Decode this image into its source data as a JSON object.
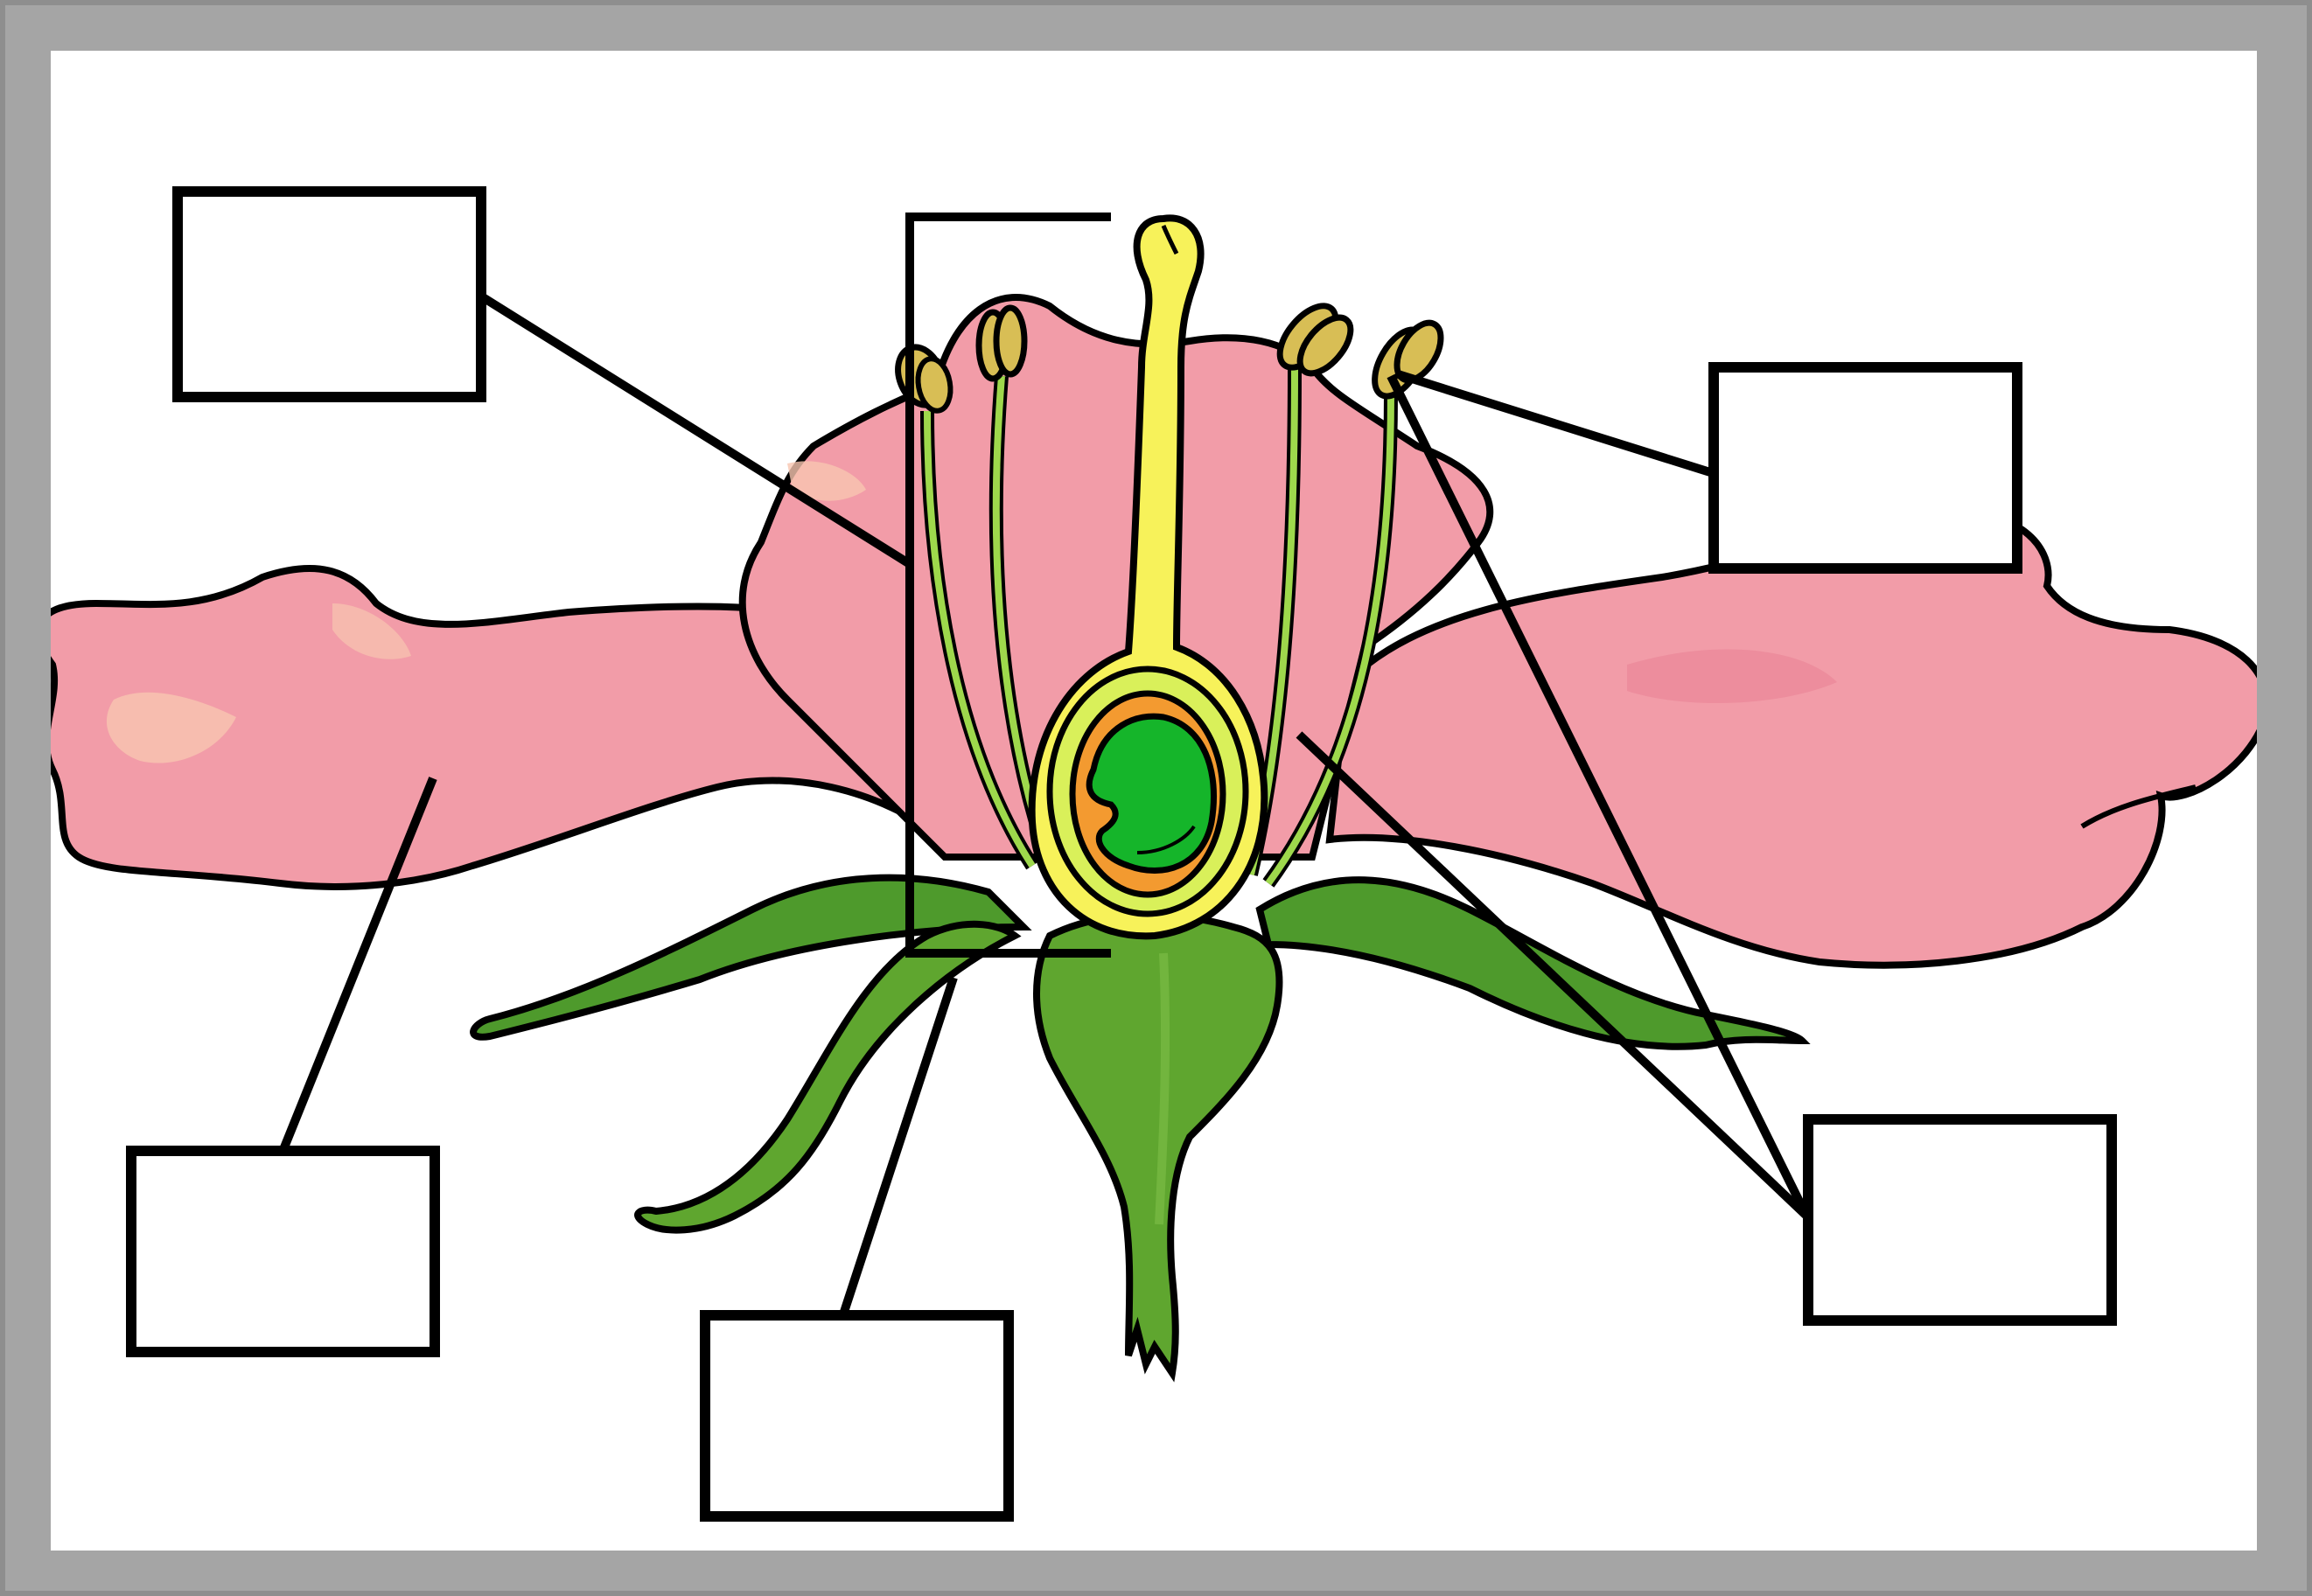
{
  "diagram": {
    "subject": "parts-of-a-flower",
    "colors": {
      "frame": "#a5a5a5",
      "background": "#ffffff",
      "petal": "#f29ca8",
      "petal_highlight": "#f8c6b0",
      "sepal": "#4e9a2c",
      "stalk": "#5fa62f",
      "stigma_style": "#f7f25a",
      "ovary_wall": "#d9f05a",
      "ovary_inner": "#f39a30",
      "ovule": "#15b52a",
      "anther": "#d8be55",
      "filament": "#9ed84c",
      "outline": "#000000"
    },
    "labels": [
      {
        "id": "label-stamen",
        "text": ""
      },
      {
        "id": "label-petal",
        "text": ""
      },
      {
        "id": "label-sepal",
        "text": ""
      },
      {
        "id": "label-anther",
        "text": ""
      },
      {
        "id": "label-filament",
        "text": ""
      }
    ]
  }
}
